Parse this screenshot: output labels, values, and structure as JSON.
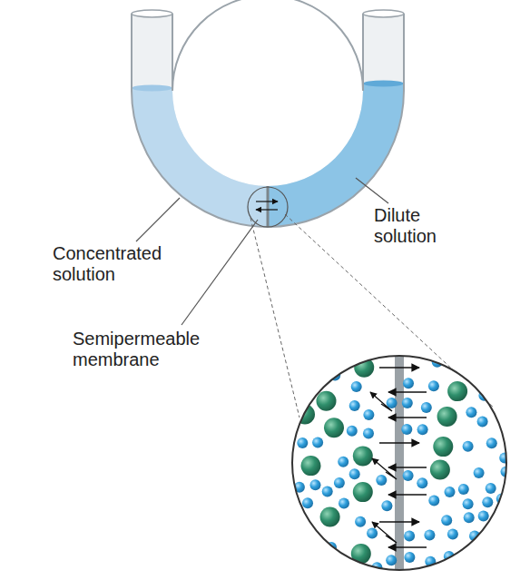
{
  "diagram": {
    "labels": [
      "Concentrated solution",
      "Dilute solution",
      "Semipermeable membrane"
    ]
  }
}
